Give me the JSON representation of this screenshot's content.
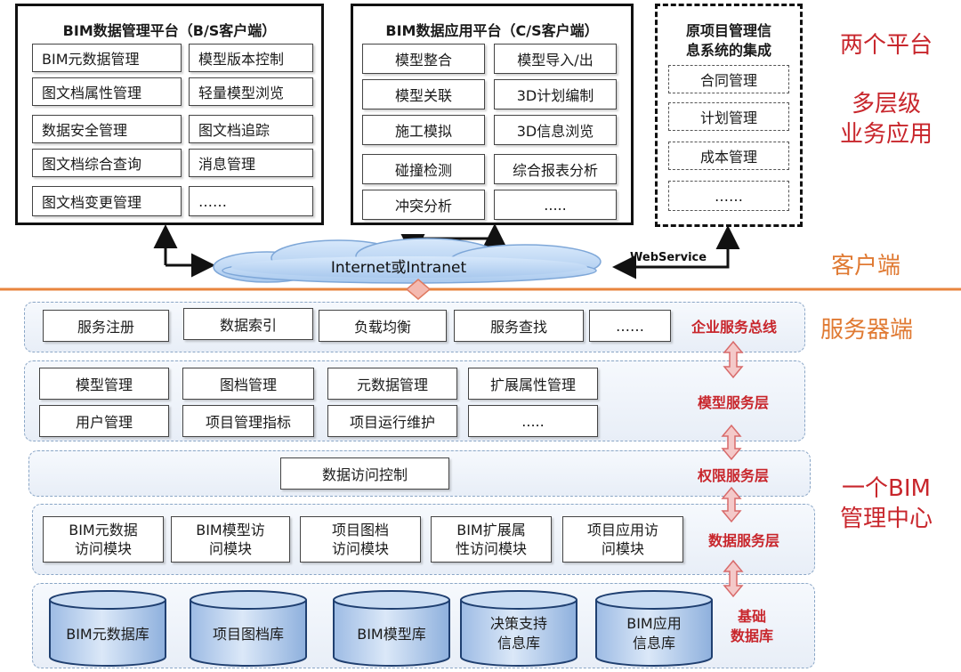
{
  "bs_platform": {
    "title": "BIM数据管理平台（B/S客户端）",
    "items": [
      "BIM元数据管理",
      "模型版本控制",
      "图文档属性管理",
      "轻量模型浏览",
      "数据安全管理",
      "图文档追踪",
      "图文档综合查询",
      "消息管理",
      "图文档变更管理",
      "……"
    ]
  },
  "cs_platform": {
    "title": "BIM数据应用平台（C/S客户端）",
    "items": [
      "模型整合",
      "模型导入/出",
      "模型关联",
      "3D计划编制",
      "施工模拟",
      "3D信息浏览",
      "碰撞检测",
      "综合报表分析",
      "冲突分析",
      "....."
    ]
  },
  "legacy": {
    "title_line1": "原项目管理信",
    "title_line2": "息系统的集成",
    "items": [
      "合同管理",
      "计划管理",
      "成本管理",
      "……"
    ]
  },
  "right_labels": {
    "two_platforms": "两个平台",
    "multi_level_1": "多层级",
    "multi_level_2": "业务应用",
    "client_side": "客户端",
    "server_side": "服务器端",
    "one_bim_1": "一个BIM",
    "one_bim_2": "管理中心"
  },
  "network": {
    "cloud_label": "Internet或Intranet",
    "webservice_label": "WebService"
  },
  "service_bus": {
    "label": "企业服务总线",
    "items": [
      "服务注册",
      "数据索引",
      "负载均衡",
      "服务查找",
      "……"
    ]
  },
  "model_layer": {
    "label": "模型服务层",
    "row1": [
      "模型管理",
      "图档管理",
      "元数据管理",
      "扩展属性管理"
    ],
    "row2": [
      "用户管理",
      "项目管理指标",
      "项目运行维护",
      "....."
    ]
  },
  "permission_layer": {
    "label": "权限服务层",
    "items": [
      "数据访问控制"
    ]
  },
  "data_layer": {
    "label": "数据服务层",
    "items": [
      {
        "line1": "BIM元数据",
        "line2": "访问模块"
      },
      {
        "line1": "BIM模型访",
        "line2": "问模块"
      },
      {
        "line1": "项目图档",
        "line2": "访问模块"
      },
      {
        "line1": "BIM扩展属",
        "line2": "性访问模块"
      },
      {
        "line1": "项目应用访",
        "line2": "问模块"
      }
    ]
  },
  "database_layer": {
    "label_line1": "基础",
    "label_line2": "数据库",
    "items": [
      {
        "line1": "BIM元数据库",
        "line2": ""
      },
      {
        "line1": "项目图档库",
        "line2": ""
      },
      {
        "line1": "BIM模型库",
        "line2": ""
      },
      {
        "line1": "决策支持",
        "line2": "信息库"
      },
      {
        "line1": "BIM应用",
        "line2": "信息库"
      }
    ]
  },
  "colors": {
    "accent_red": "#c8262c",
    "accent_orange": "#e07a33",
    "lane_border": "#8aa6c6",
    "arrow_fill": "#f4c9c9"
  }
}
